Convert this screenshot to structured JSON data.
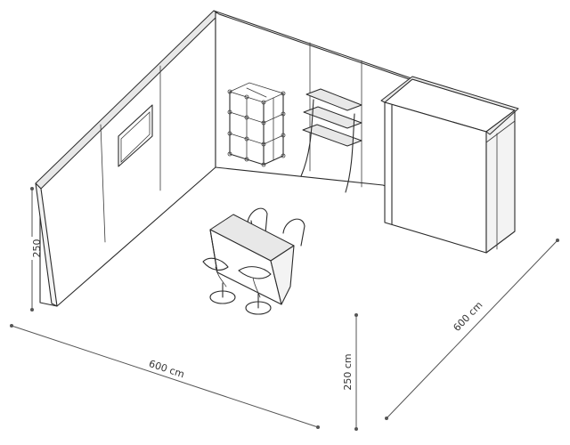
{
  "dimensions": {
    "height_left": "250",
    "width_front": "600 cm",
    "height_front": "250 cm",
    "depth_right": "600 cm"
  },
  "colors": {
    "line": "#2b2b2b",
    "dimension_line": "#555555",
    "wall_top": "#e8e8e8"
  }
}
